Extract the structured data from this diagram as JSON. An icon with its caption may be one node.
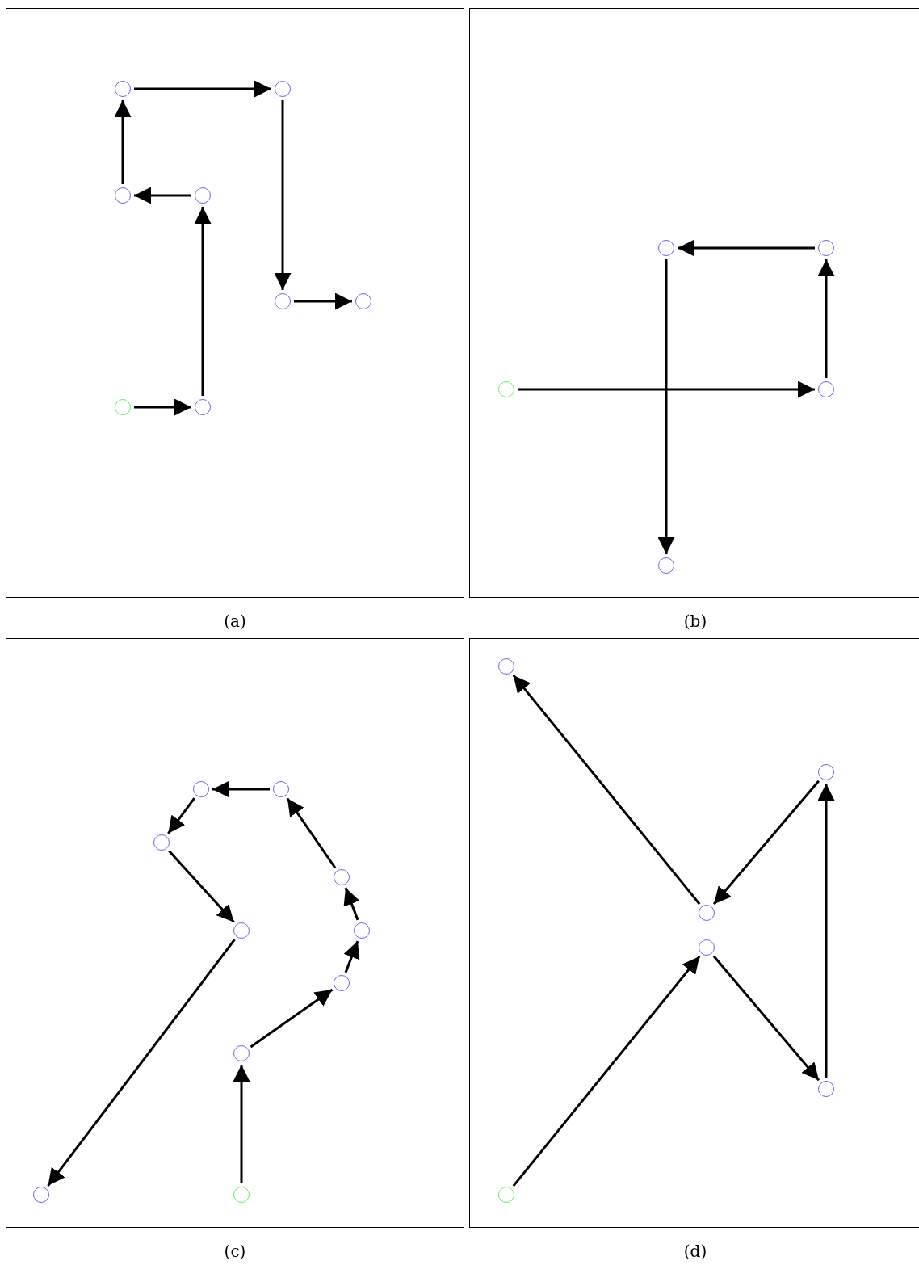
{
  "diagram": {
    "nodes": [
      {
        "text": [
          "(a)"
        ]
      },
      {
        "text": [],
        "shape": "circle",
        "in": 0
      },
      {
        "text": [],
        "shape": "circle",
        "in": 0
      },
      {
        "text": [],
        "shape": "circle",
        "in": 0
      },
      {
        "text": [],
        "shape": "circle",
        "in": 0
      },
      {
        "text": [],
        "shape": "circle",
        "in": 0
      },
      {
        "text": [],
        "shape": "circle",
        "in": 0
      },
      {
        "text": [],
        "shape": "circle",
        "in": 0
      },
      {
        "text": [],
        "shape": "circle",
        "in": 0
      },
      {
        "text": [
          "(b)"
        ]
      },
      {
        "text": [],
        "shape": "circle",
        "in": 9
      },
      {
        "text": [],
        "shape": "circle",
        "in": 9
      },
      {
        "text": [],
        "shape": "circle",
        "in": 9
      },
      {
        "text": [],
        "shape": "circle",
        "in": 9
      },
      {
        "text": [],
        "shape": "circle",
        "in": 9
      },
      {
        "text": [
          "(c)"
        ]
      },
      {
        "text": [],
        "shape": "circle",
        "in": 15
      },
      {
        "text": [],
        "shape": "circle",
        "in": 15
      },
      {
        "text": [],
        "shape": "circle",
        "in": 15
      },
      {
        "text": [],
        "shape": "circle",
        "in": 15
      },
      {
        "text": [],
        "shape": "circle",
        "in": 15
      },
      {
        "text": [],
        "shape": "circle",
        "in": 15
      },
      {
        "text": [],
        "shape": "circle",
        "in": 15
      },
      {
        "text": [],
        "shape": "circle",
        "in": 15
      },
      {
        "text": [],
        "shape": "circle",
        "in": 15
      },
      {
        "text": [],
        "shape": "circle",
        "in": 15
      },
      {
        "text": [
          "(d)"
        ]
      },
      {
        "text": [],
        "shape": "circle",
        "in": 26
      },
      {
        "text": [],
        "shape": "circle",
        "in": 26
      },
      {
        "text": [],
        "shape": "circle",
        "in": 26
      },
      {
        "text": [],
        "shape": "circle",
        "in": 26
      },
      {
        "text": [],
        "shape": "circle",
        "in": 26
      },
      {
        "text": [],
        "shape": "circle",
        "in": 26
      }
    ],
    "edges": [
      {
        "from": 7,
        "to": 8,
        "arrow": "to"
      },
      {
        "from": 8,
        "to": 4,
        "arrow": "to"
      },
      {
        "from": 4,
        "to": 3,
        "arrow": "to"
      },
      {
        "from": 3,
        "to": 1,
        "arrow": "to"
      },
      {
        "from": 1,
        "to": 2,
        "arrow": "to"
      },
      {
        "from": 2,
        "to": 5,
        "arrow": "to"
      },
      {
        "from": 5,
        "to": 6,
        "arrow": "to"
      },
      {
        "from": 12,
        "to": 13,
        "arrow": "to"
      },
      {
        "from": 13,
        "to": 11,
        "arrow": "to"
      },
      {
        "from": 11,
        "to": 10,
        "arrow": "to"
      },
      {
        "from": 10,
        "to": 14,
        "arrow": "to"
      },
      {
        "from": 25,
        "to": 23,
        "arrow": "to"
      },
      {
        "from": 23,
        "to": 22,
        "arrow": "to"
      },
      {
        "from": 22,
        "to": 21,
        "arrow": "to"
      },
      {
        "from": 21,
        "to": 19,
        "arrow": "to"
      },
      {
        "from": 19,
        "to": 17,
        "arrow": "to"
      },
      {
        "from": 17,
        "to": 16,
        "arrow": "to"
      },
      {
        "from": 16,
        "to": 18,
        "arrow": "to"
      },
      {
        "from": 18,
        "to": 20,
        "arrow": "to"
      },
      {
        "from": 20,
        "to": 24,
        "arrow": "to"
      },
      {
        "from": 32,
        "to": 30,
        "arrow": "to"
      },
      {
        "from": 30,
        "to": 31,
        "arrow": "to"
      },
      {
        "from": 31,
        "to": 28,
        "arrow": "to"
      },
      {
        "from": 28,
        "to": 29,
        "arrow": "to"
      },
      {
        "from": 29,
        "to": 27,
        "arrow": "to"
      }
    ]
  }
}
